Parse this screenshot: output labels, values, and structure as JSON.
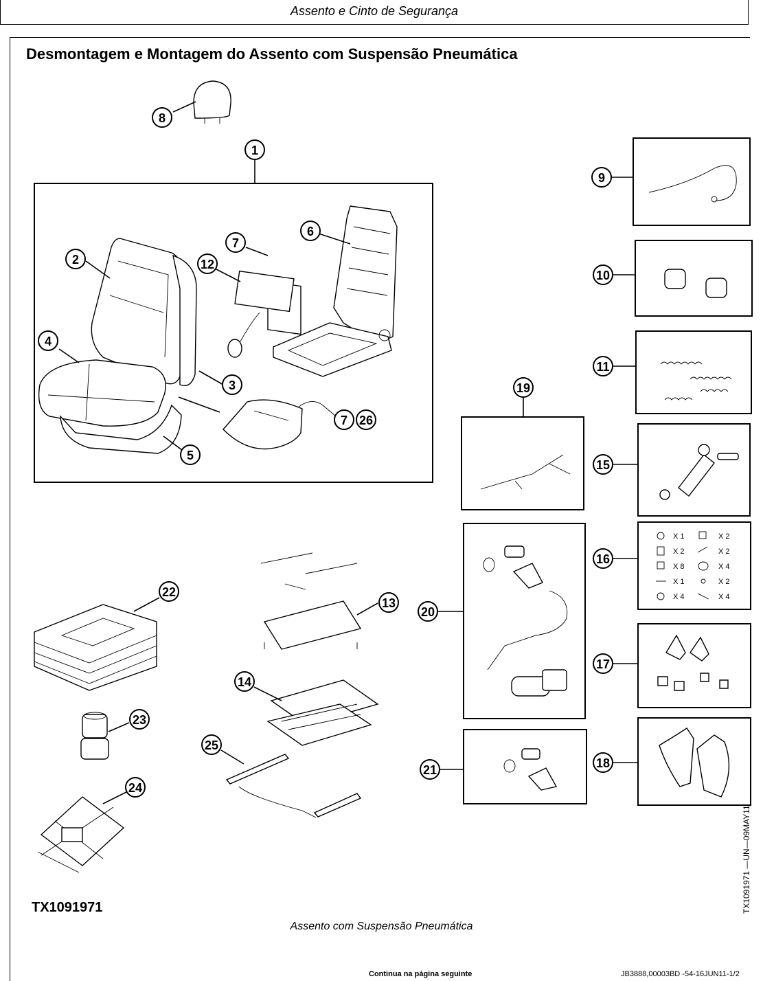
{
  "header": {
    "title": "Assento e Cinto de Segurança"
  },
  "page": {
    "title": "Desmontagem e Montagem do Assento com Suspensão Pneumática"
  },
  "figure": {
    "id": "TX1091971",
    "side_code": "TX1091971 —UN—09MAY11",
    "caption": "Assento com Suspensão Pneumática",
    "callouts": [
      "1",
      "2",
      "3",
      "4",
      "5",
      "6",
      "7",
      "7",
      "8",
      "9",
      "10",
      "11",
      "12",
      "13",
      "14",
      "15",
      "16",
      "17",
      "18",
      "19",
      "20",
      "21",
      "22",
      "23",
      "24",
      "25",
      "26"
    ],
    "kit16_quantities": [
      "X 1",
      "X 2",
      "X 2",
      "X 2",
      "X 8",
      "X 4",
      "X 1",
      "X 2",
      "X 4",
      "X 4"
    ]
  },
  "footer": {
    "continue": "Continua na página seguinte",
    "doc_code": "JB3888,00003BD -54-16JUN11-1/2"
  }
}
